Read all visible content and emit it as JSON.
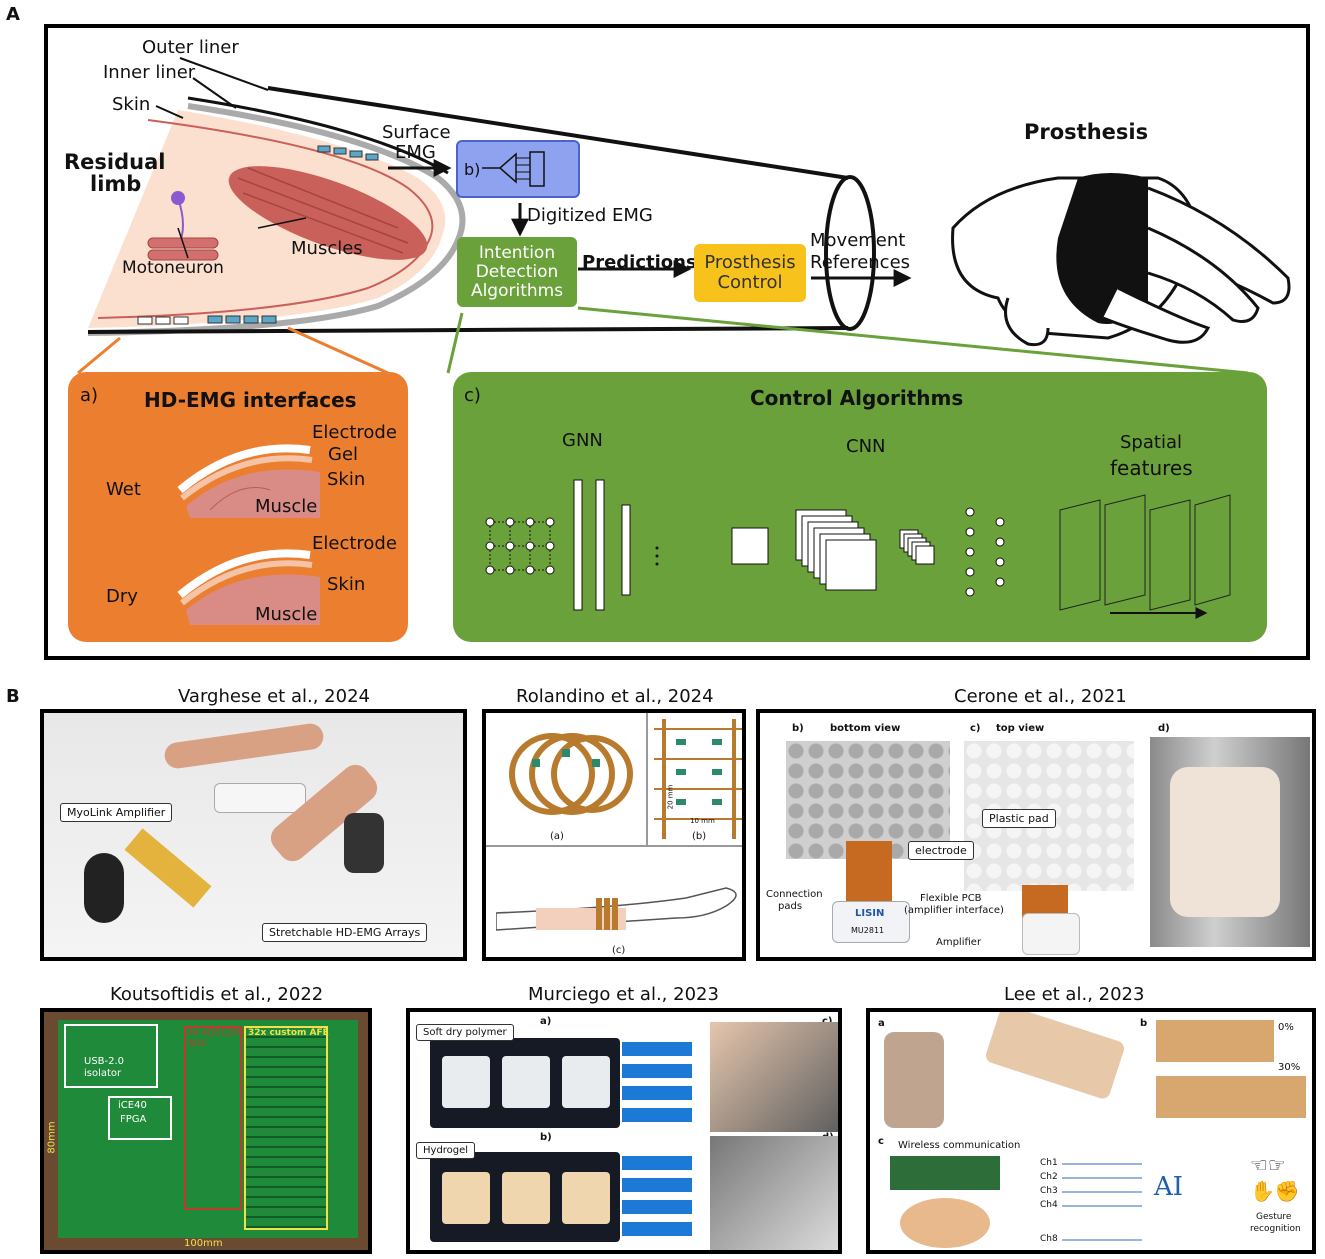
{
  "panel_a": {
    "letter": "A",
    "labels": {
      "outer_liner": "Outer liner",
      "inner_liner": "Inner liner",
      "skin": "Skin",
      "residual_limb_1": "Residual",
      "residual_limb_2": "limb",
      "motoneuron": "Motoneuron",
      "muscles": "Muscles",
      "surface_emg_1": "Surface",
      "surface_emg_2": "EMG",
      "b_label": "b)",
      "digitized_emg": "Digitized EMG",
      "intention_1": "Intention",
      "intention_2": "Detection",
      "intention_3": "Algorithms",
      "predictions": "Predictions",
      "prosthesis_control_1": "Prosthesis",
      "prosthesis_control_2": "Control",
      "movement_1": "Movement",
      "movement_2": "References",
      "prosthesis": "Prosthesis"
    },
    "hd_emg": {
      "letter": "a)",
      "title": "HD-EMG interfaces",
      "wet": "Wet",
      "dry": "Dry",
      "electrode": "Electrode",
      "gel": "Gel",
      "skin": "Skin",
      "muscle": "Muscle"
    },
    "control": {
      "letter": "c)",
      "title": "Control Algorithms",
      "gnn": "GNN",
      "cnn": "CNN",
      "spatial_1": "Spatial",
      "spatial_2": "features"
    }
  },
  "panel_b": {
    "letter": "B",
    "studies": [
      {
        "caption": "Varghese et al., 2024"
      },
      {
        "caption": "Rolandino et al., 2024"
      },
      {
        "caption": "Cerone et al., 2021"
      },
      {
        "caption": "Koutsoftidis et al., 2022"
      },
      {
        "caption": "Murciego et al., 2023"
      },
      {
        "caption": "Lee et al., 2023"
      }
    ],
    "varghese": {
      "amp": "MyoLink Amplifier",
      "arrays": "Stretchable HD-EMG Arrays"
    },
    "rolandino": {
      "a": "(a)",
      "b": "(b)",
      "c": "(c)",
      "dim1": "20 mm",
      "dim2": "10 mm"
    },
    "cerone": {
      "b": "b)",
      "bottom": "bottom view",
      "c": "c)",
      "top": "top view",
      "d": "d)",
      "electrode": "electrode",
      "plastic": "Plastic pad",
      "conn_1": "Connection",
      "conn_2": "pads",
      "pcb_1": "Flexible PCB",
      "pcb_2": "(amplifier interface)",
      "amplifier": "Amplifier",
      "brand": "LISIN",
      "model": "MU2811"
    },
    "koutsoftidis": {
      "usb_1": "USB-2.0",
      "usb_2": "isolator",
      "fpga_1": "iCE40",
      "fpga_2": "FPGA",
      "ads_1": "4x ADS1298",
      "ads_2": "ADC",
      "afe": "32x custom AFE",
      "w": "100mm",
      "h": "80mm"
    },
    "murciego": {
      "a": "a)",
      "b": "b)",
      "c": "c)",
      "d": "d)",
      "soft": "Soft dry polymer",
      "hydrogel": "Hydrogel"
    },
    "lee": {
      "a": "a",
      "b": "b",
      "c": "c",
      "p0": "0%",
      "p30": "30%",
      "wireless": "Wireless communication",
      "ch": [
        "Ch1",
        "Ch2",
        "Ch3",
        "Ch4",
        "Ch8"
      ],
      "ai": "AI",
      "gesture_1": "Gesture",
      "gesture_2": "recognition"
    }
  },
  "colors": {
    "orange": "#ec7f2f",
    "green": "#6aa13a",
    "blue": "#8ea2f0",
    "yellow": "#f6c21b",
    "skin": "#fbe0d0",
    "muscle": "#c9605a"
  }
}
